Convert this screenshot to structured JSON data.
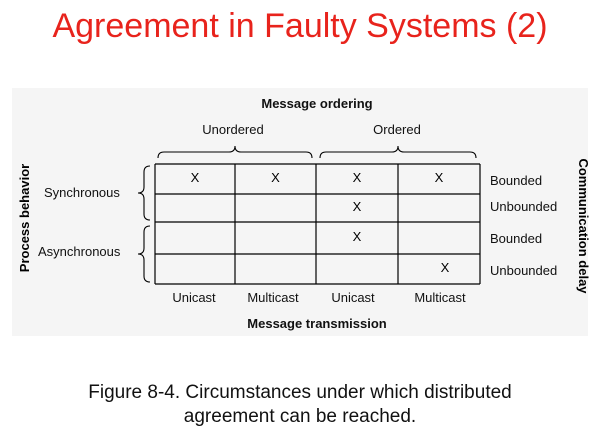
{
  "title": "Agreement in Faulty Systems (2)",
  "colors": {
    "title": "#e8231c",
    "lines": "#000000"
  },
  "figure": {
    "top_label": "Message ordering",
    "col_groups": [
      "Unordered",
      "Ordered"
    ],
    "left_axis": "Process behavior",
    "row_groups": [
      "Synchronous",
      "Asynchronous"
    ],
    "right_axis": "Communication delay",
    "row_labels": [
      "Bounded",
      "Unbounded",
      "Bounded",
      "Unbounded"
    ],
    "col_labels": [
      "Unicast",
      "Multicast",
      "Unicast",
      "Multicast"
    ],
    "bottom_label": "Message transmission",
    "mark": "X",
    "cells": [
      [
        1,
        1,
        1,
        1
      ],
      [
        0,
        0,
        1,
        0
      ],
      [
        0,
        0,
        1,
        0
      ],
      [
        0,
        0,
        0,
        1
      ]
    ]
  },
  "caption_lines": [
    "Figure 8-4. Circumstances under which distributed",
    "agreement can be reached."
  ]
}
